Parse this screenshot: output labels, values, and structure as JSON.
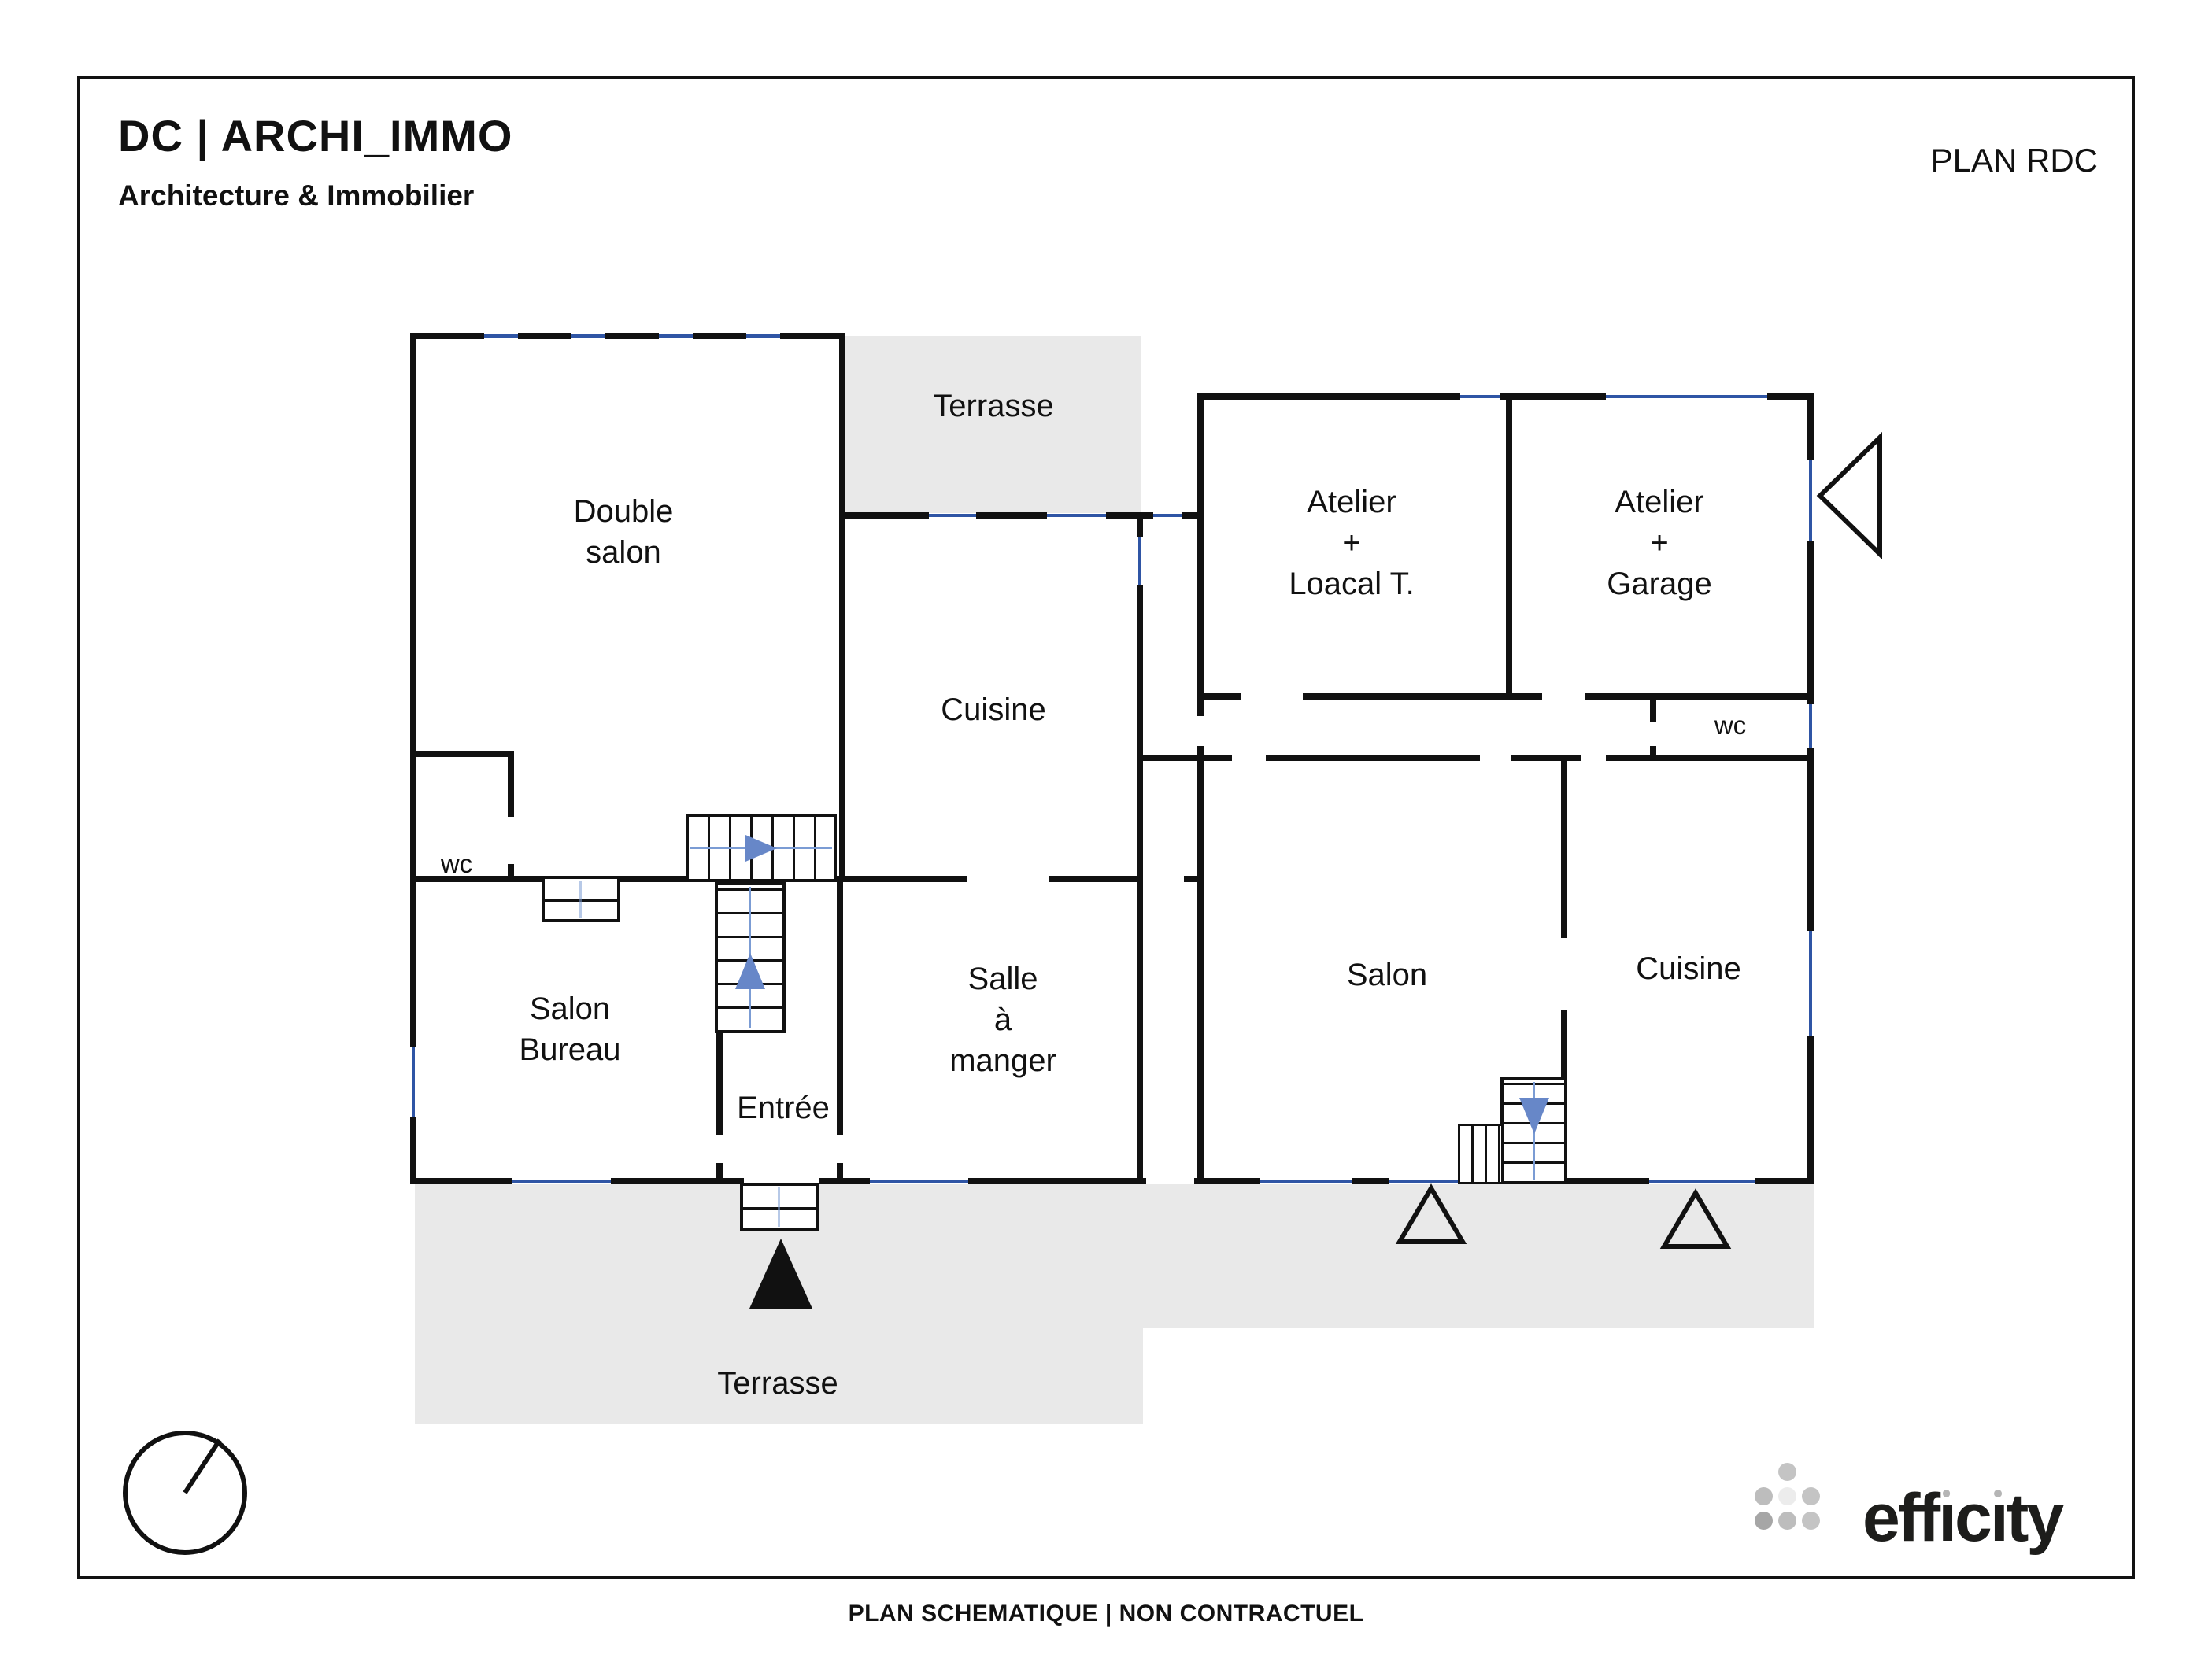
{
  "header": {
    "brand_title": "DC | ARCHI_IMMO",
    "brand_subtitle": "Architecture & Immobilier",
    "plan_label": "PLAN RDC"
  },
  "plan": {
    "left_building": {
      "double_salon": "Double\nsalon",
      "terrasse_top": "Terrasse",
      "cuisine": "Cuisine",
      "wc": "wc",
      "salon_bureau": "Salon\nBureau",
      "salle_a_manger": "Salle\nà\nmanger",
      "entree": "Entrée",
      "terrasse_bottom": "Terrasse"
    },
    "right_building": {
      "atelier_local": "Atelier\n+\nLoacal T.",
      "atelier_garage": "Atelier\n+\nGarage",
      "wc": "wc",
      "salon": "Salon",
      "cuisine": "Cuisine"
    }
  },
  "branding": {
    "logo_text_parts": {
      "p1": "eff",
      "i1": "ı",
      "p2": "c",
      "i2": "ı",
      "p3": "ty"
    }
  },
  "footer": {
    "disclaimer": "PLAN SCHEMATIQUE | NON CONTRACTUEL"
  },
  "colors": {
    "wall": "#111111",
    "window_blue": "#2f55a5",
    "stair_blue": "#7b9cd4",
    "arrow_blue": "#6787c8",
    "terrace_gray": "#e9e9e9",
    "logo_dark": "#1d1d1b",
    "logo_dot_gray": "#b5b5b5",
    "logo_dot_light": "#ececec"
  },
  "icons": {
    "compass": "circle-with-north-needle",
    "entry_arrow": "filled-up-triangle",
    "terrace_door_marker": "outline-up-triangle",
    "side_door_marker": "outline-left-triangle"
  }
}
